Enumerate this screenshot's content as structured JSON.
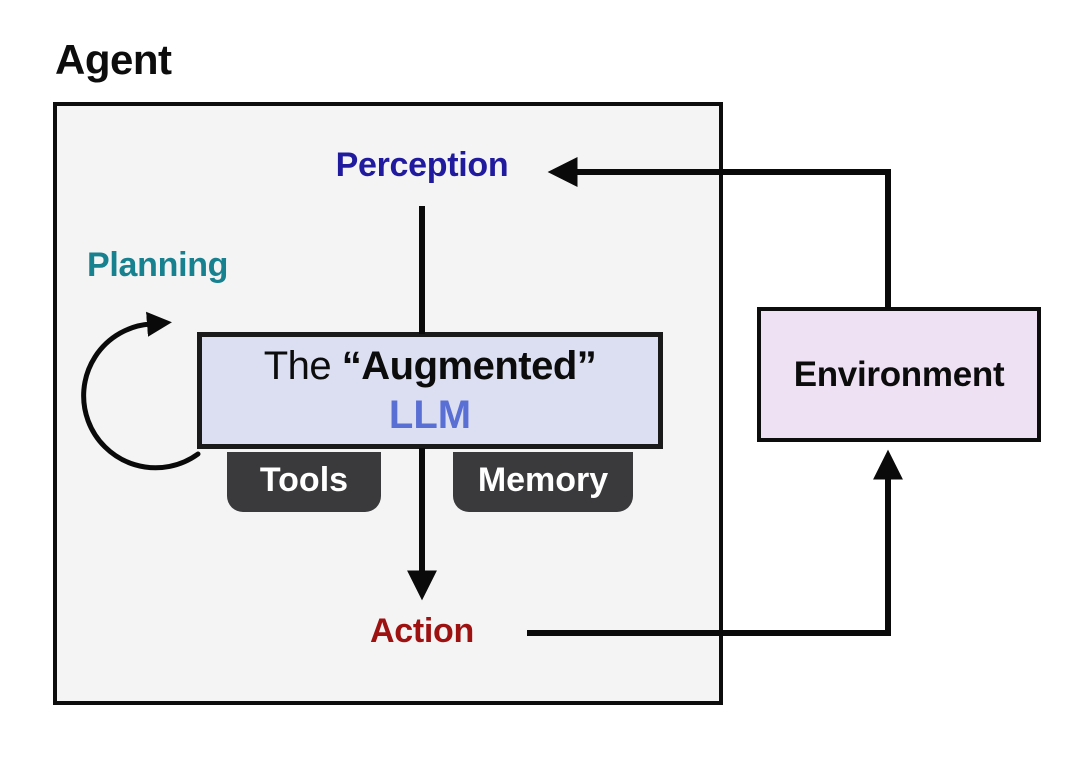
{
  "agent": {
    "title": "Agent",
    "perception_label": "Perception",
    "planning_label": "Planning",
    "action_label": "Action",
    "llm_box": {
      "line1_regular": "The ",
      "line1_bold": "“Augmented”",
      "line2_label": "LLM"
    },
    "tabs": [
      {
        "label": "Tools"
      },
      {
        "label": "Memory"
      }
    ]
  },
  "environment": {
    "label": "Environment"
  },
  "colors": {
    "perception_text": "#201A9E",
    "planning_text": "#17818F",
    "action_text": "#9E1111",
    "llm_text": "#5A6FD4",
    "llm_box_bg": "#DCDFF2",
    "environment_box_bg": "#EEE1F4",
    "agent_box_bg": "#F4F4F5",
    "tab_bg": "#3A3A3C",
    "tab_text": "#FFFFFF",
    "line": "#0A0A0A"
  }
}
